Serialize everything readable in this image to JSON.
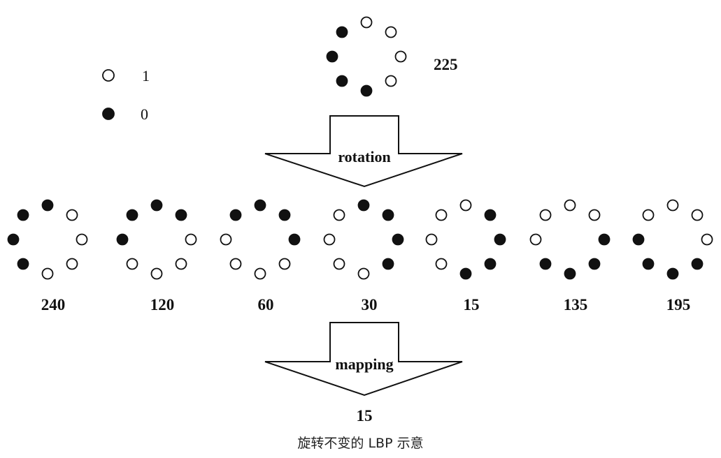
{
  "legend": [
    {
      "label": "1",
      "bit": 1
    },
    {
      "label": "0",
      "bit": 0
    }
  ],
  "top_pattern": {
    "value": "225",
    "bits": [
      1,
      1,
      1,
      1,
      0,
      0,
      0,
      0
    ]
  },
  "arrows": {
    "rotation_label": "rotation",
    "mapping_label": "mapping"
  },
  "patterns": [
    {
      "value": "240",
      "bits": [
        0,
        1,
        1,
        1,
        1,
        0,
        0,
        0
      ]
    },
    {
      "value": "120",
      "bits": [
        0,
        0,
        1,
        1,
        1,
        1,
        0,
        0
      ]
    },
    {
      "value": "60",
      "bits": [
        0,
        0,
        0,
        1,
        1,
        1,
        1,
        0
      ]
    },
    {
      "value": "30",
      "bits": [
        0,
        0,
        0,
        0,
        1,
        1,
        1,
        1
      ]
    },
    {
      "value": "15",
      "bits": [
        1,
        0,
        0,
        0,
        0,
        1,
        1,
        1
      ]
    },
    {
      "value": "135",
      "bits": [
        1,
        1,
        0,
        0,
        0,
        0,
        1,
        1
      ]
    },
    {
      "value": "195",
      "bits": [
        1,
        1,
        1,
        0,
        0,
        0,
        0,
        1
      ]
    }
  ],
  "result": {
    "value": "15"
  },
  "caption": "旋转不变的 LBP 示意"
}
